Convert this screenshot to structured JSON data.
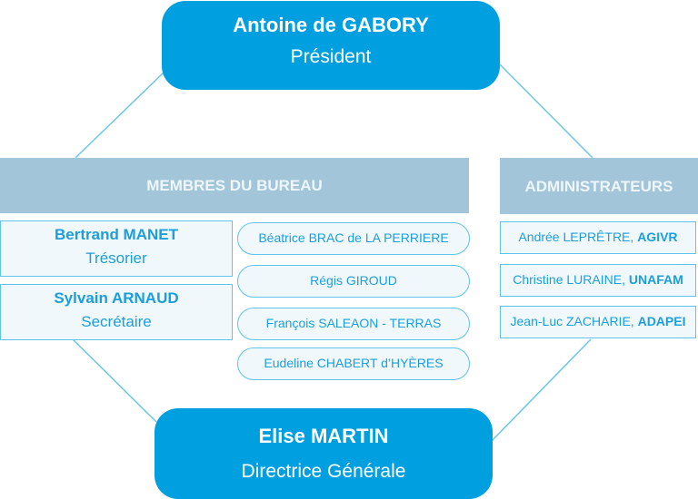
{
  "colors": {
    "primary": "#009fe0",
    "header_bg": "#a2c5d9",
    "card_bg": "#f1f8fc",
    "card_border": "#5ec4ea",
    "card_text": "#1b9fdc",
    "line": "#6cc6e6"
  },
  "president": {
    "name": "Antoine de GABORY",
    "role": "Président"
  },
  "bureau": {
    "title": "MEMBRES DU BUREAU",
    "officers": [
      {
        "name": "Bertrand MANET",
        "role": "Trésorier"
      },
      {
        "name": "Sylvain ARNAUD",
        "role": "Secrétaire"
      }
    ],
    "members": [
      "Béatrice BRAC de LA PERRIERE",
      "Régis GIROUD",
      "François SALEAON - TERRAS",
      "Eudeline CHABERT d’HYÈRES"
    ]
  },
  "administrateurs": {
    "title": "ADMINISTRATEURS",
    "members": [
      {
        "name": "Andrée LEPRÊTRE",
        "separator": ", ",
        "org": "AGIVR"
      },
      {
        "name": "Christine LURAINE",
        "separator": ", ",
        "org": "UNAFAM"
      },
      {
        "name": "Jean-Luc ZACHARIE",
        "separator": ", ",
        "org": "ADAPEI"
      }
    ]
  },
  "director": {
    "name": "Elise MARTIN",
    "role": "Directrice Générale"
  }
}
